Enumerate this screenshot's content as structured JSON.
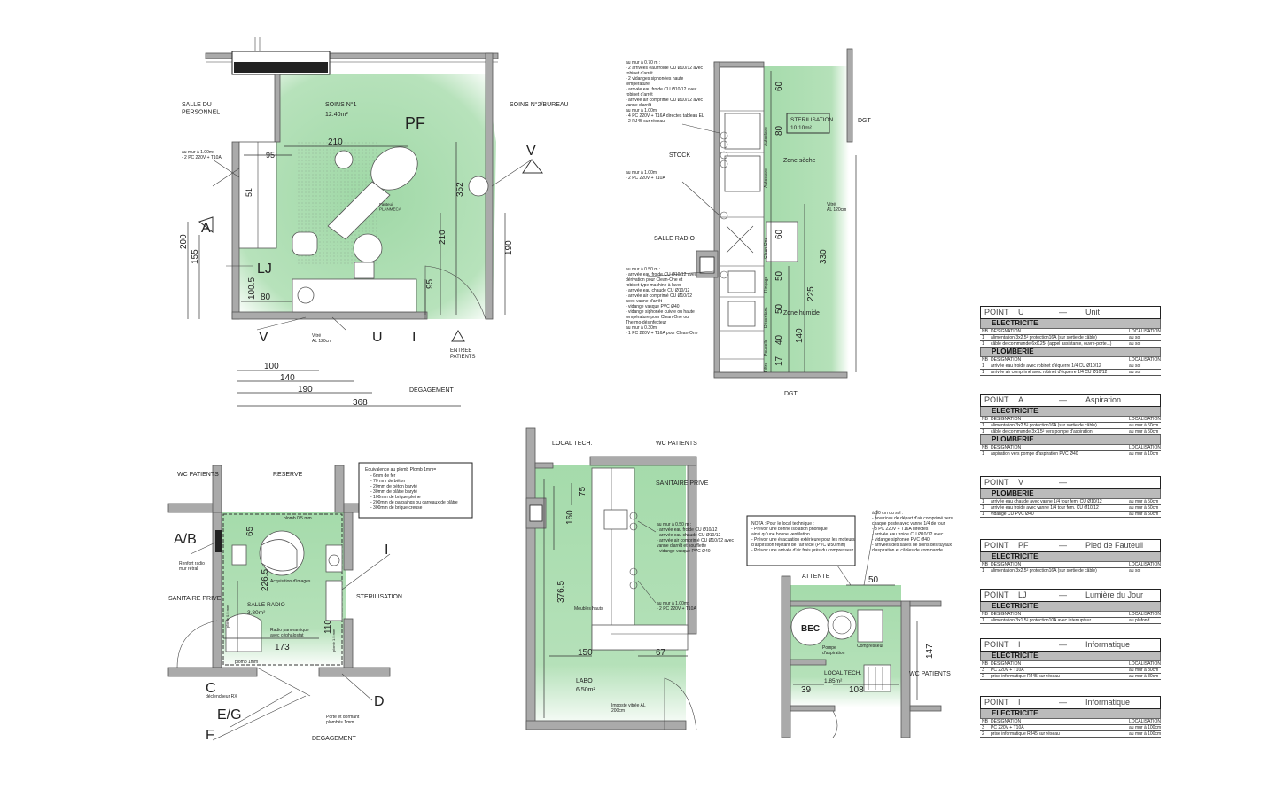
{
  "plan1": {
    "rooms": {
      "salle_personnel": "SALLE DU\nPERSONNEL",
      "soins1": "SOINS N°1",
      "soins1_area": "12.40m²",
      "soins2": "SOINS N°2/BUREAU",
      "degagement": "DEGAGEMENT",
      "entree": "ENTREE\nPATIENTS",
      "vitre": "Vitré\nAL 120cm"
    },
    "note": "au mur à 1.00m:\n- 2 PC 220V + T10A",
    "fauteuil": "Fauteuil\nPLANMECA",
    "letters": [
      "PF",
      "V",
      "A",
      "LJ",
      "V",
      "U",
      "I"
    ],
    "dims": [
      "210",
      "95",
      "51",
      "352",
      "210",
      "95",
      "100.5",
      "80",
      "200",
      "155",
      "190",
      "100",
      "140",
      "190",
      "368"
    ]
  },
  "plan2": {
    "rooms": {
      "stock": "STOCK",
      "salle_radio": "SALLE RADIO",
      "sterilisation": "STERILISATION",
      "sterilisation_area": "10.10m²",
      "zone_seche": "Zone sèche",
      "zone_humide": "Zone humide",
      "dgt_top": "DGT",
      "dgt_bottom": "DGT",
      "vitre": "Vitré\nAL 120cm"
    },
    "note1": "au mur à 0.70 m :\n- 2 arrivées eau froide CU Ø10/12 avec\nrobinet d'arrêt\n- 2 vidanges siphonées haute\ntempérature\n- arrivée eau froide CU Ø10/12 avec\nrobinet d'arrêt\n- arrivée air comprimé CU Ø10/12 avec\nvanne d'arrêt\nau mur à 1.00m:\n- 4 PC 220V + T16A directes tableau EL\n- 2 RJ45 sur réseau",
    "note2": "au mur à 1.00m:\n- 2 PC 220V + T10A",
    "note3": "au mur à 0.50 m :\n- arrivée eau froide CU Ø10/12 avec\ndérivation pour Clean-One et\nrobinet type machine à laver\n- arrivée eau chaude CU Ø10/12\n- arrivée air comprimé CU Ø10/12\navec vanne d'arrêt\n- vidange vasque PVC Ø40\n- vidange siphonée cuivre ou haute\ntempérature pour Clean-One ou\nThermo-désinfecteur\nau mur à 0.30m:\n- 1 PC 220V + T16A pour Clean-One",
    "labels": [
      "Autoclave",
      "Autoclave",
      "Clean-One",
      "Rinçage",
      "Décontam.",
      "Poubelle",
      "Filtre"
    ],
    "dims": [
      "60",
      "80",
      "60",
      "50",
      "50",
      "40",
      "17",
      "330",
      "225",
      "140"
    ]
  },
  "plan3": {
    "rooms": {
      "wc_patients": "WC PATIENTS",
      "reserve": "RESERVE",
      "sanitaire_prive": "SANITAIRE PRIVE",
      "salle_radio": "SALLE RADIO",
      "salle_radio_area": "3.80m²",
      "sterilisation": "STERILISATION",
      "degagement": "DEGAGEMENT"
    },
    "equiv_title": "Equivalence au plomb Plomb 1mm=",
    "equiv": "- 6mm de fer\n- 70 mm de béton\n- 20mm de béton baryté\n- 30mm de plâtre baryté\n- 100mm de brique pleine\n- 200mm de parpaings ou carreaux de plâtre\n- 300mm de brique creuse",
    "labels": {
      "plomb_top": "plomb 0.5 mm",
      "plomb_bottom": "plomb 1mm",
      "plomb_side1": "plomb 0.5 mm",
      "plomb_side2": "plomb 1.5 mm",
      "renfort": "Renfort radio\nmur rétral",
      "acquisition": "Acquisition d'images",
      "radio_pano": "Radio panoramique\navec céphalostat",
      "declencheur": "déclencheur RX",
      "porte": "Porte et dormant\nplombés 1mm"
    },
    "letters": [
      "A/B",
      "I",
      "C",
      "E/G",
      "F",
      "D"
    ],
    "dims": [
      "65",
      "226.5",
      "173",
      "110"
    ]
  },
  "plan4": {
    "rooms": {
      "local_tech": "LOCAL TECH.",
      "wc_patients": "WC PATIENTS",
      "sanitaire_prive": "SANITAIRE PRIVE",
      "labo": "LABO",
      "labo_area": "6.50m²",
      "meubles": "Meubles hauts",
      "imposte": "Imposte vitrée AL\n200cm"
    },
    "note1": "au mur à 0.50 m :\n- arrivée eau froide CU Ø10/12\n- arrivée eau chaude CU Ø10/12\n- arrivée air comprimé CU Ø10/12 avec\nvanne d'arrêt et soufflette\n- vidange vasque PVC Ø40",
    "note2": "au mur à 1.00m:\n- 2 PC 220V + T10A",
    "dims": [
      "75",
      "160",
      "376.5",
      "150",
      "67"
    ]
  },
  "plan5": {
    "note_box": "NOTA : Pour le local technique :\n- Prévoir une bonne isolation phonique\nainsi qu'une bonne ventilation\n- Prévoir une évacuation extérieure pour les moteurs\nd'aspiration rejetant de l'air vicié (PVC Ø50 min)\n- Prévoir une arrivée d'air frais près du compresseur",
    "note_right": "à 30 cm du sol :\n- nourrices de départ d'air comprimé vers\nchaque poste avec vanne 1/4 de tour\n- 3 PC 220V + T16A directes\n- arrivée eau froide CU Ø10/12 avec\n- vidange siphonée PVC Ø40\n- arrivées des salles de soins des tuyaux\nd'aspiration et câbles de commande",
    "rooms": {
      "attente": "ATTENTE",
      "local_tech": "LOCAL TECH.",
      "local_tech_area": "1.85m²",
      "wc_patients": "WC PATIENTS",
      "bec": "BEC",
      "pompe": "Pompe\nd'aspiration",
      "compresseur": "Compresseur"
    },
    "dims": [
      "50",
      "147",
      "39",
      "108"
    ]
  },
  "tables": [
    {
      "point": "POINT",
      "code": "U",
      "dash": "—",
      "title": "Unit",
      "sections": [
        {
          "name": "ELECTRICITE",
          "head": [
            "NB",
            "DESIGNATION",
            "LOCALISATION"
          ],
          "rows": [
            [
              "1",
              "alimentation 3x2.5² protection16A (sur sortie de câble)",
              "au sol"
            ],
            [
              "1",
              "câble de commande 6x0.25² (appel assistante, ouvre-porte...)",
              "au sol"
            ]
          ]
        },
        {
          "name": "PLOMBERIE",
          "head": [
            "NB",
            "DESIGNATION",
            "LOCALISATION"
          ],
          "rows": [
            [
              "1",
              "arrivée eau froide avec robinet d'équerre 1/4 CU Ø10/12",
              "au sol"
            ],
            [
              "1",
              "arrivée air comprimé avec robinet d'équerre 1/4 CU Ø10/12",
              "au sol"
            ]
          ]
        }
      ]
    },
    {
      "point": "POINT",
      "code": "A",
      "dash": "—",
      "title": "Aspiration",
      "sections": [
        {
          "name": "ELECTRICITE",
          "head": [
            "NB",
            "DESIGNATION",
            "LOCALISATION"
          ],
          "rows": [
            [
              "1",
              "alimentation 3x2.5² protection16A (sur sortie de câble)",
              "au mur à 50cm"
            ],
            [
              "1",
              "câble de commande 3x1.5² vers pompe d'aspiration",
              "au mur à 50cm"
            ]
          ]
        },
        {
          "name": "PLOMBERIE",
          "head": [
            "NB",
            "DESIGNATION",
            "LOCALISATION"
          ],
          "rows": [
            [
              "1",
              "aspiration vers pompe d'aspiration PVC Ø40",
              "au mur à 10cm"
            ]
          ]
        }
      ]
    },
    {
      "point": "POINT",
      "code": "V",
      "dash": "—",
      "title": "",
      "sections": [
        {
          "name": "PLOMBERIE",
          "head": [],
          "rows": [
            [
              "1",
              "arrivée eau chaude avec vanne 1/4 tour fem. CU Ø10/12",
              "au mur à 50cm"
            ],
            [
              "1",
              "arrivée eau froide avec vanne 1/4 tour fem. CU Ø10/12",
              "au mur à 50cm"
            ],
            [
              "1",
              "vidange CU PVC Ø40",
              "au mur à 50cm"
            ]
          ]
        }
      ]
    },
    {
      "point": "POINT",
      "code": "PF",
      "dash": "—",
      "title": "Pied de Fauteuil",
      "sections": [
        {
          "name": "ELECTRICITE",
          "head": [
            "NB",
            "DESIGNATION",
            "LOCALISATION"
          ],
          "rows": [
            [
              "1",
              "alimentation 3x2.5² protection16A (sur sortie de câble)",
              "au sol"
            ]
          ]
        }
      ]
    },
    {
      "point": "POINT",
      "code": "LJ",
      "dash": "—",
      "title": "Lumière du Jour",
      "sections": [
        {
          "name": "ELECTRICITE",
          "head": [
            "NB",
            "DESIGNATION",
            "LOCALISATION"
          ],
          "rows": [
            [
              "1",
              "alimentation 3x1.5² protection10A avec interrupteur",
              "au plafond"
            ]
          ]
        }
      ]
    },
    {
      "point": "POINT",
      "code": "I",
      "dash": "—",
      "title": "Informatique",
      "sections": [
        {
          "name": "ELECTRICITE",
          "head": [
            "NB",
            "DESIGNATION",
            "LOCALISATION"
          ],
          "rows": [
            [
              "3",
              "PC 220V + T10A",
              "au mur à 30cm"
            ],
            [
              "2",
              "prise informatique RJ45 sur réseau",
              "au mur à 30cm"
            ]
          ]
        }
      ]
    },
    {
      "point": "POINT",
      "code": "I",
      "dash": "—",
      "title": "Informatique",
      "sections": [
        {
          "name": "ELECTRICITE",
          "head": [
            "NB",
            "DESIGNATION",
            "LOCALISATION"
          ],
          "rows": [
            [
              "3",
              "PC 220V + T10A",
              "au mur à 100cm"
            ],
            [
              "2",
              "prise informatique RJ45 sur réseau",
              "au mur à 100cm"
            ]
          ]
        }
      ]
    }
  ],
  "colors": {
    "green": "#a8dcae",
    "wall": "#aaaaaa",
    "table_section": "#bbbbbb"
  }
}
